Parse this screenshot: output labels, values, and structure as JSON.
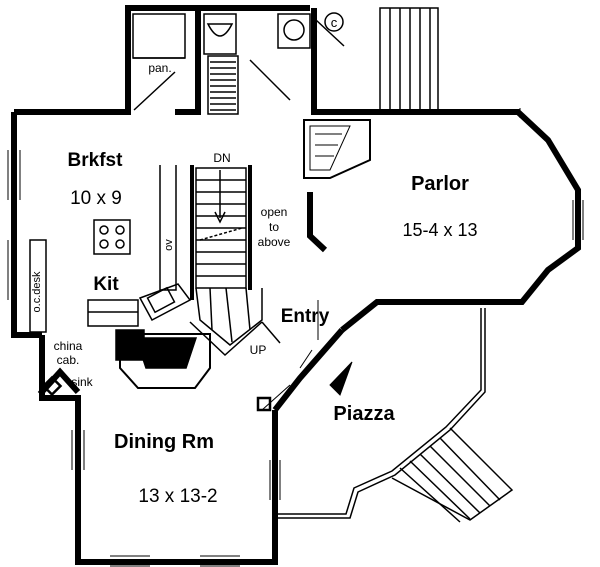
{
  "rooms": {
    "brkfst": {
      "name": "Brkfst",
      "size": "10 x 9"
    },
    "kit": {
      "name": "Kit"
    },
    "parlor": {
      "name": "Parlor",
      "size": "15-4 x 13"
    },
    "entry": {
      "name": "Entry"
    },
    "piazza": {
      "name": "Piazza"
    },
    "dining": {
      "name": "Dining Rm",
      "size": "13 x 13-2"
    }
  },
  "labels": {
    "pantry": "pan.",
    "down": "DN",
    "up": "UP",
    "open_line1": "open",
    "open_line2": "to",
    "open_line3": "above",
    "oven": "ov",
    "desk": "o.c.desk",
    "china_line1": "china",
    "china_line2": "cab.",
    "sink": "sink",
    "closet": "c"
  }
}
